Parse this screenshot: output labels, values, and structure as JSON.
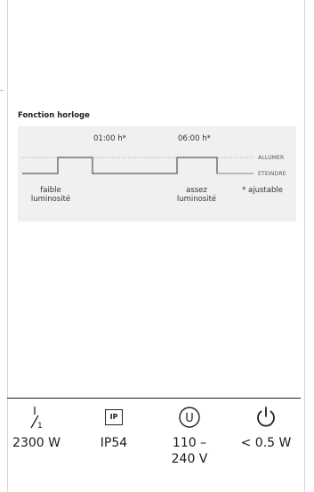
{
  "timer": {
    "title": "Fonction horloge",
    "time_on": "01:00 h*",
    "time_off": "06:00 h*",
    "state_on": "ALLUMER",
    "state_off": "ETEINDRE",
    "label_low": "faible\nluminosité",
    "label_mid": "assez\nluminosité",
    "label_adjustable": "* ajustable"
  },
  "specs": [
    {
      "icon": "power-rating-icon",
      "value": "2300 W"
    },
    {
      "icon": "ip-rating-icon",
      "icon_text": "IP",
      "value": "IP54"
    },
    {
      "icon": "voltage-icon",
      "icon_text": "U",
      "value": "110 –\n240 V"
    },
    {
      "icon": "standby-power-icon",
      "value": "< 0.5 W"
    }
  ]
}
